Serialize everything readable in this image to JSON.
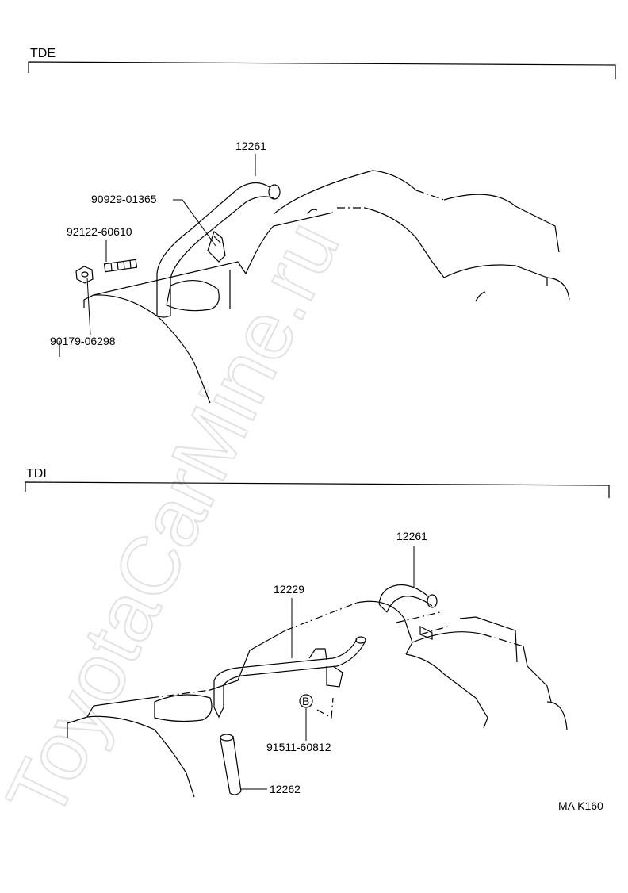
{
  "watermark": "ToyotaCarMine.ru",
  "sections": [
    {
      "title": "TDE",
      "parts": [
        {
          "number": "12261"
        },
        {
          "number": "90929-01365"
        },
        {
          "number": "92122-60610"
        },
        {
          "number": "90179-06298"
        }
      ]
    },
    {
      "title": "TDI",
      "parts": [
        {
          "number": "12261"
        },
        {
          "number": "12229"
        },
        {
          "number": "91511-60812"
        },
        {
          "number": "12262"
        }
      ],
      "marker": "B"
    }
  ],
  "drawing_code": "MA K160"
}
